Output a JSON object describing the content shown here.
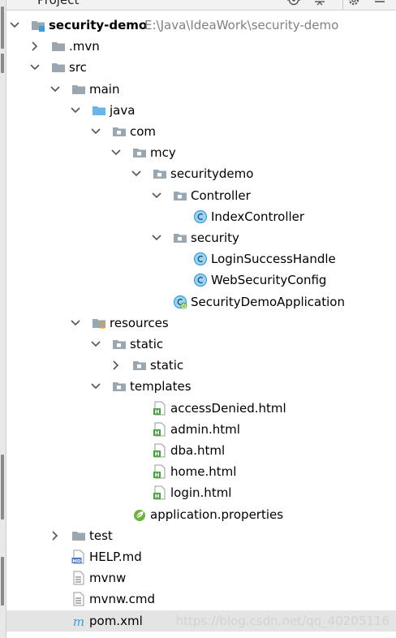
{
  "panel": {
    "title": "Project",
    "icons": [
      "locate-icon",
      "collapse-all-icon",
      "gear-icon",
      "hide-icon"
    ]
  },
  "colors": {
    "folder": "#9aa7b0",
    "source_folder": "#6cb3e6",
    "class": "#3d9bd6",
    "selection": "#e4e4e4",
    "html": "#4a9d3f"
  },
  "tree": [
    {
      "label": "security-demo",
      "path": "E:\\Java\\IdeaWork\\security-demo",
      "depth": 0,
      "expanded": true,
      "icon": "module-folder-icon",
      "bold": true
    },
    {
      "label": ".mvn",
      "depth": 1,
      "expanded": false,
      "icon": "folder-icon"
    },
    {
      "label": "src",
      "depth": 1,
      "expanded": true,
      "icon": "folder-icon"
    },
    {
      "label": "main",
      "depth": 2,
      "expanded": true,
      "icon": "folder-icon"
    },
    {
      "label": "java",
      "depth": 3,
      "expanded": true,
      "icon": "source-folder-icon"
    },
    {
      "label": "com",
      "depth": 4,
      "expanded": true,
      "icon": "package-icon"
    },
    {
      "label": "mcy",
      "depth": 5,
      "expanded": true,
      "icon": "package-icon"
    },
    {
      "label": "securitydemo",
      "depth": 6,
      "expanded": true,
      "icon": "package-icon"
    },
    {
      "label": "Controller",
      "depth": 7,
      "expanded": true,
      "icon": "package-icon"
    },
    {
      "label": "IndexController",
      "depth": 8,
      "icon": "class-icon"
    },
    {
      "label": "security",
      "depth": 7,
      "expanded": true,
      "icon": "package-icon"
    },
    {
      "label": "LoginSuccessHandle",
      "depth": 8,
      "icon": "class-icon"
    },
    {
      "label": "WebSecurityConfig",
      "depth": 8,
      "icon": "class-icon"
    },
    {
      "label": "SecurityDemoApplication",
      "depth": 7,
      "icon": "spring-boot-class-icon"
    },
    {
      "label": "resources",
      "depth": 3,
      "expanded": true,
      "icon": "resources-folder-icon"
    },
    {
      "label": "static",
      "depth": 4,
      "expanded": true,
      "icon": "package-icon"
    },
    {
      "label": "static",
      "depth": 5,
      "expanded": false,
      "icon": "package-icon"
    },
    {
      "label": "templates",
      "depth": 4,
      "expanded": true,
      "icon": "package-icon"
    },
    {
      "label": "accessDenied.html",
      "depth": 6,
      "icon": "html-file-icon"
    },
    {
      "label": "admin.html",
      "depth": 6,
      "icon": "html-file-icon"
    },
    {
      "label": "dba.html",
      "depth": 6,
      "icon": "html-file-icon"
    },
    {
      "label": "home.html",
      "depth": 6,
      "icon": "html-file-icon"
    },
    {
      "label": "login.html",
      "depth": 6,
      "icon": "html-file-icon"
    },
    {
      "label": "application.properties",
      "depth": 5,
      "icon": "spring-properties-icon"
    },
    {
      "label": "test",
      "depth": 2,
      "expanded": false,
      "icon": "folder-icon"
    },
    {
      "label": "HELP.md",
      "depth": 2,
      "icon": "markdown-file-icon"
    },
    {
      "label": "mvnw",
      "depth": 2,
      "icon": "text-file-icon"
    },
    {
      "label": "mvnw.cmd",
      "depth": 2,
      "icon": "text-file-icon"
    },
    {
      "label": "pom.xml",
      "depth": 2,
      "icon": "maven-icon",
      "selected": true
    }
  ],
  "watermark": "https://blog.csdn.net/qq_40205116"
}
